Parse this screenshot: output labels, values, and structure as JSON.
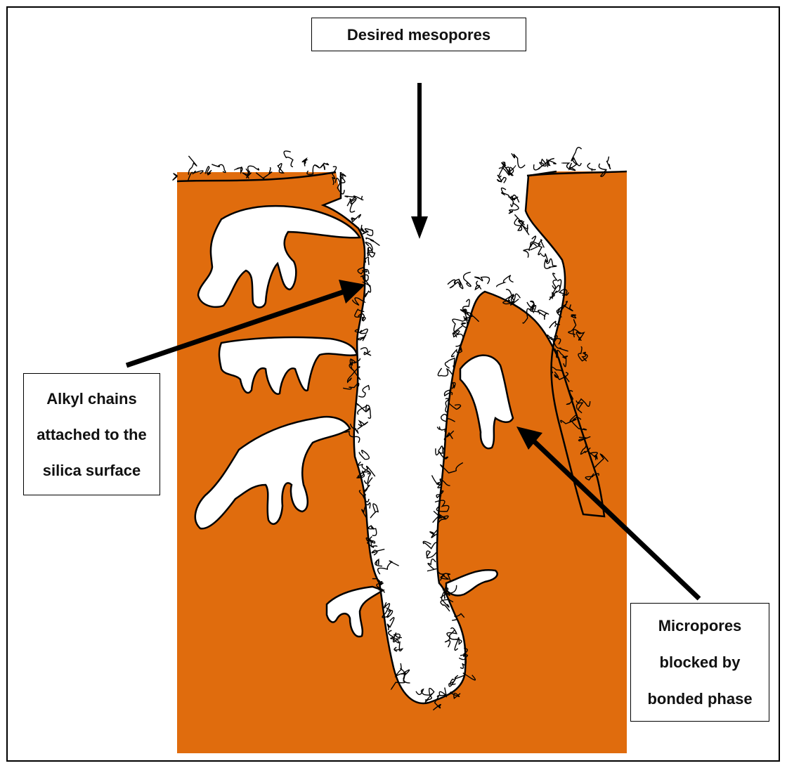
{
  "labels": {
    "mesopores": "Desired mesopores",
    "alkyl": [
      "Alkyl chains",
      "attached to the",
      "silica surface"
    ],
    "micropores": [
      "Micropores",
      "blocked by",
      "bonded phase"
    ]
  },
  "colors": {
    "silica": "#e06c0d",
    "pore": "#ffffff",
    "outline": "#000000",
    "arrow": "#000000"
  },
  "icons": [
    "down-arrow-icon",
    "callout-arrow-icon"
  ]
}
